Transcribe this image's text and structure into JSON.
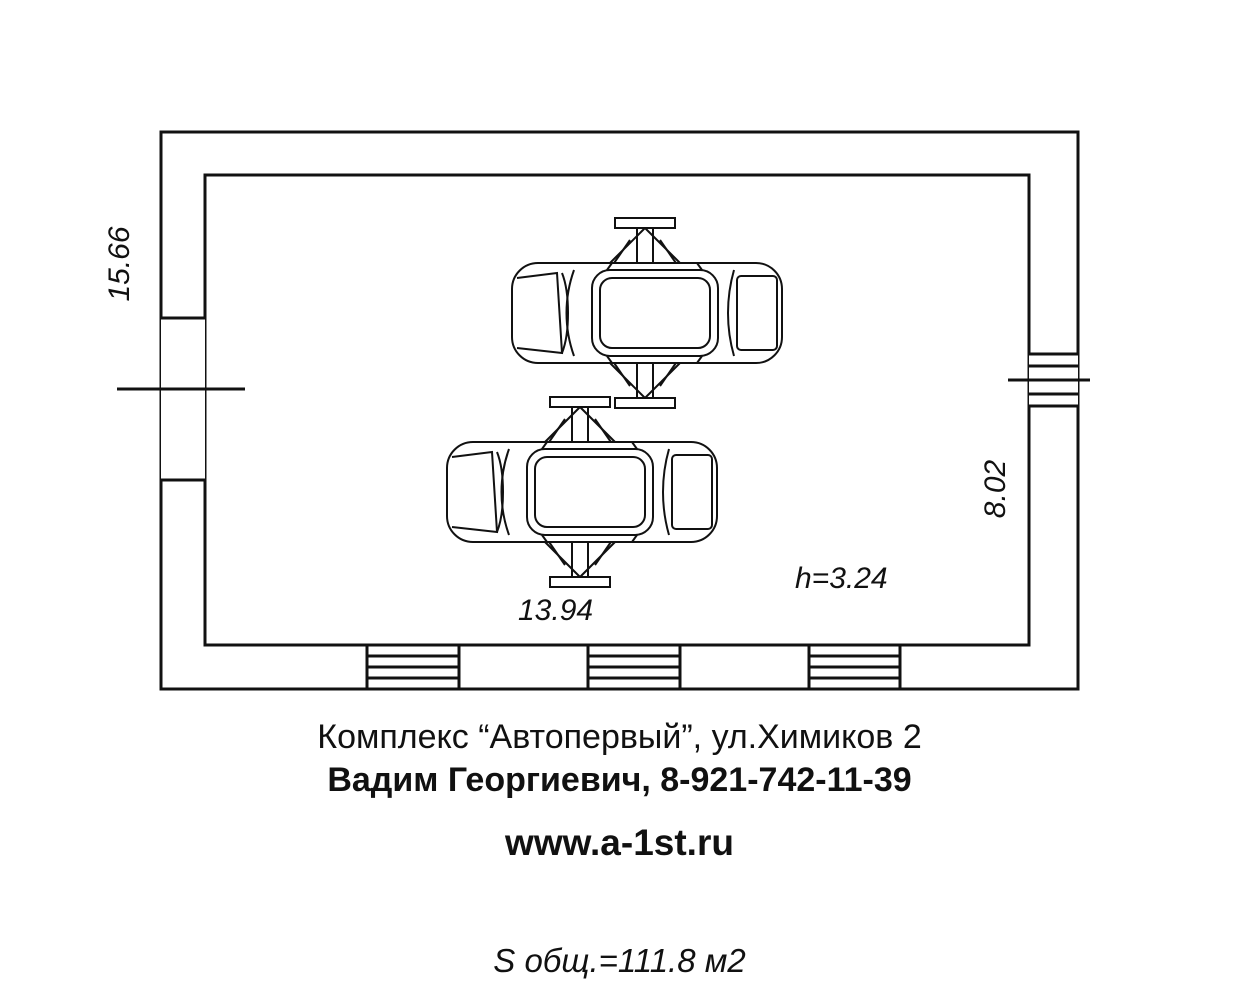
{
  "dimensions": {
    "wall_length": "15.66",
    "inner_width": "13.94",
    "inner_depth": "8.02",
    "height": "h=3.24"
  },
  "caption": {
    "address": "Комплекс “Автопервый”, ул.Химиков 2",
    "contact": "Вадим Георгиевич, 8-921-742-11-39",
    "website": "www.a-1st.ru",
    "area": "S общ.=111.8 м2"
  },
  "plan": {
    "lifts": 2,
    "doors": 3,
    "side_openings": [
      "left-wall-opening",
      "right-wall-window"
    ]
  }
}
